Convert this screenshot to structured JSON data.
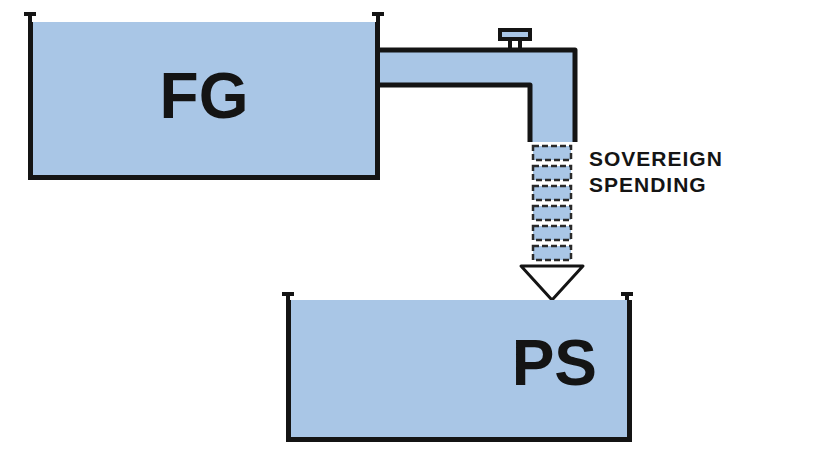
{
  "diagram": {
    "nodes": [
      {
        "text": [
          "FG"
        ]
      },
      {
        "text": [
          "PS"
        ]
      }
    ],
    "edges": [
      {
        "from": 0,
        "to": 1,
        "label": "SOVEREIGN SPENDING",
        "arrow": "to"
      }
    ]
  }
}
